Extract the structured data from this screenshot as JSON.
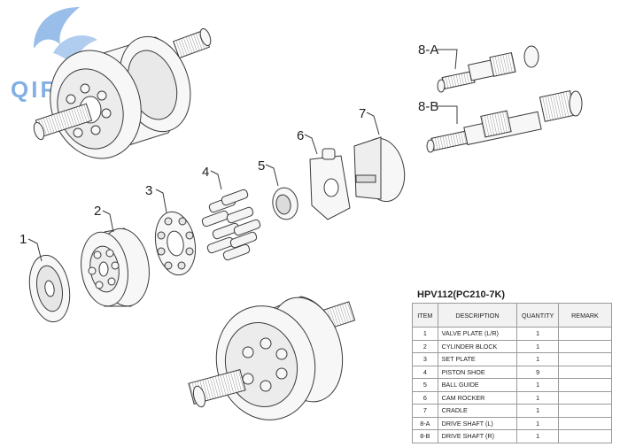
{
  "logo": {
    "text": "QIREAL"
  },
  "callouts": [
    "1",
    "2",
    "3",
    "4",
    "5",
    "6",
    "7",
    "8-A",
    "8-B"
  ],
  "table": {
    "title": "HPV112(PC210-7K)",
    "headers": [
      "ITEM",
      "DESCRIPTION",
      "QUANTITY",
      "REMARK"
    ],
    "rows": [
      [
        "1",
        "VALVE PLATE (L/R)",
        "1",
        ""
      ],
      [
        "2",
        "CYLINDER BLOCK",
        "1",
        ""
      ],
      [
        "3",
        "SET PLATE",
        "1",
        ""
      ],
      [
        "4",
        "PISTON SHOE",
        "9",
        ""
      ],
      [
        "5",
        "BALL GUIDE",
        "1",
        ""
      ],
      [
        "6",
        "CAM ROCKER",
        "1",
        ""
      ],
      [
        "7",
        "CRADLE",
        "1",
        ""
      ],
      [
        "8-A",
        "DRIVE SHAFT (L)",
        "1",
        ""
      ],
      [
        "8-B",
        "DRIVE SHAFT (R)",
        "1",
        ""
      ]
    ]
  },
  "colors": {
    "line": "#3a3a3a",
    "part_fill": "#f7f7f7",
    "shade": "#d9d9d9",
    "logo": "#1d6fd0"
  }
}
